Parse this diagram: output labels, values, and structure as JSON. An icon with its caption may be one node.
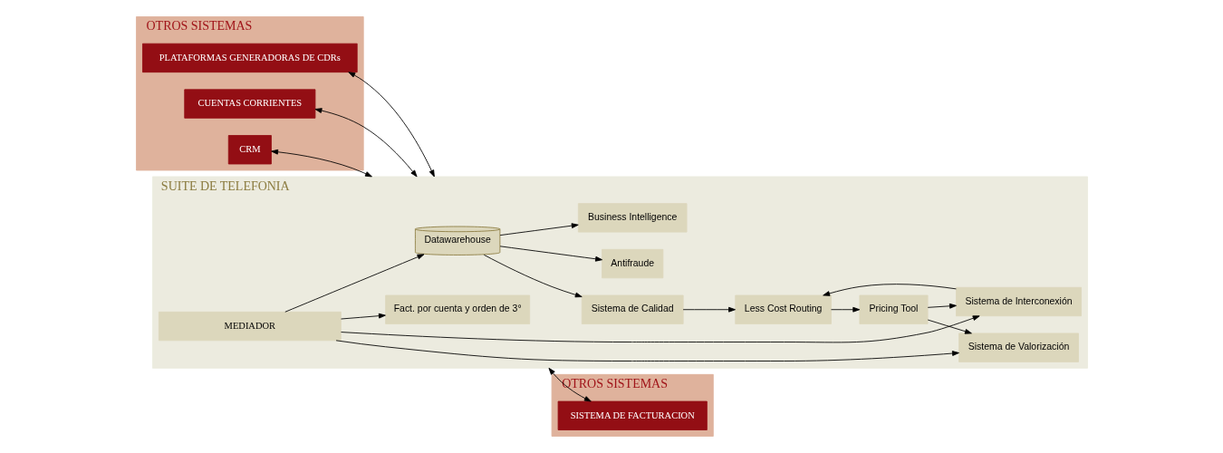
{
  "diagram": {
    "nodes": [
      {
        "text": [
          "OTROS SISTEMAS"
        ]
      },
      {
        "text": [
          "SUITE DE TELEFONIA"
        ]
      },
      {
        "text": [
          "OTROS SISTEMAS"
        ]
      },
      {
        "text": [
          "CRM"
        ],
        "in": 0
      },
      {
        "text": [
          "PLATAFORMAS GENERADORAS DE CDRs"
        ],
        "in": 0
      },
      {
        "text": [
          "CUENTAS CORRIENTES"
        ],
        "in": 0
      },
      {
        "text": [
          "Sistema de Calidad"
        ],
        "in": 1
      },
      {
        "text": [
          "Less Cost Routing"
        ],
        "in": 1
      },
      {
        "text": [
          "MEDIADOR"
        ],
        "in": 1
      },
      {
        "text": [
          "Datawarehouse"
        ],
        "in": 1
      },
      {
        "text": [
          "Fact. por cuenta y orden de 3°"
        ],
        "in": 1
      },
      {
        "text": [
          "Sistema de Valorización"
        ],
        "in": 1
      },
      {
        "text": [
          "Sistema de Interconexión"
        ],
        "in": 1
      },
      {
        "text": [
          "Antifraude"
        ],
        "in": 1
      },
      {
        "text": [
          "Pricing Tool"
        ],
        "in": 1
      },
      {
        "text": [
          "Business Intelligence"
        ],
        "in": 1
      },
      {
        "text": [
          "SISTEMA DE FACTURACION"
        ],
        "in": 2
      }
    ],
    "edges": [
      {
        "from": 3,
        "to": 1,
        "arrow": "both"
      },
      {
        "from": 4,
        "to": 1,
        "arrow": "both"
      },
      {
        "from": 5,
        "to": 1,
        "arrow": "both"
      },
      {
        "from": 1,
        "to": 16,
        "arrow": "both"
      },
      {
        "from": 6,
        "to": 7,
        "arrow": "to"
      },
      {
        "from": 9,
        "to": 6,
        "arrow": "to"
      },
      {
        "from": 8,
        "to": 9,
        "arrow": "to"
      },
      {
        "from": 8,
        "to": 10,
        "arrow": "to"
      },
      {
        "from": 8,
        "to": 11,
        "arrow": "to"
      },
      {
        "from": 8,
        "to": 12,
        "arrow": "to"
      },
      {
        "from": 12,
        "to": 7,
        "arrow": "to"
      },
      {
        "from": 7,
        "to": 14,
        "arrow": "to"
      },
      {
        "from": 9,
        "to": 13,
        "arrow": "to"
      },
      {
        "from": 9,
        "to": 15,
        "arrow": "to"
      },
      {
        "from": 14,
        "to": 11,
        "arrow": "to"
      },
      {
        "from": 14,
        "to": 12,
        "arrow": "to"
      }
    ]
  }
}
